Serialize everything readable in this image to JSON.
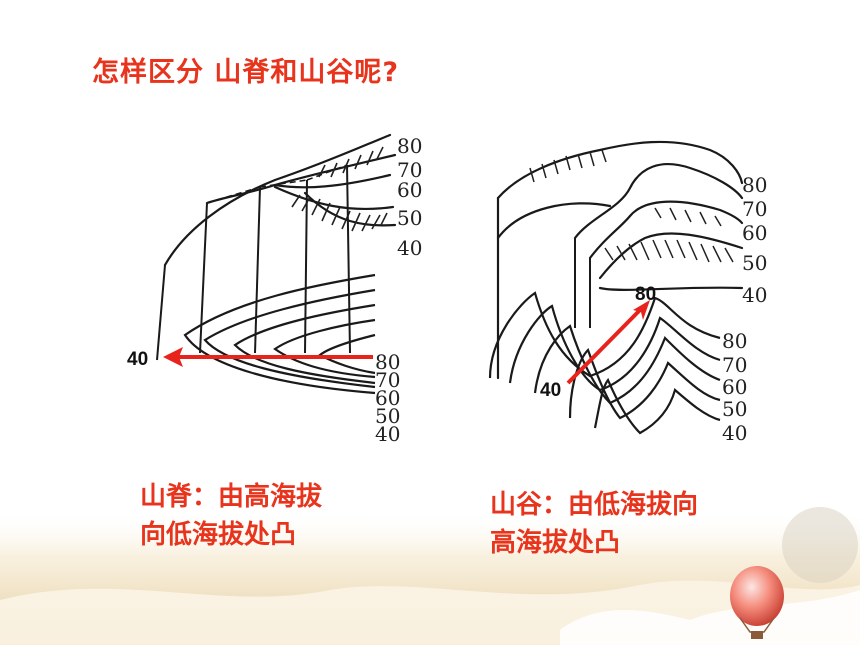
{
  "title": "怎样区分 山脊和山谷呢?",
  "ridge": {
    "caption_line1": "山脊：由高海拔",
    "caption_line2": "向低海拔处凸",
    "upper_labels": [
      "80",
      "70",
      "60",
      "50",
      "40"
    ],
    "lower_labels": [
      "80",
      "70",
      "60",
      "50",
      "40"
    ],
    "arrow_start_label": "40"
  },
  "valley": {
    "caption_line1": "山谷：由低海拔向",
    "caption_line2": "高海拔处凸",
    "upper_labels": [
      "80",
      "70",
      "60",
      "50",
      "40"
    ],
    "lower_labels": [
      "80",
      "70",
      "60",
      "50",
      "40"
    ],
    "arrow_start_label": "40",
    "arrow_end_label": "80"
  },
  "colors": {
    "accent": "#e8341c",
    "arrow": "#e8231b",
    "ink": "#222222"
  }
}
